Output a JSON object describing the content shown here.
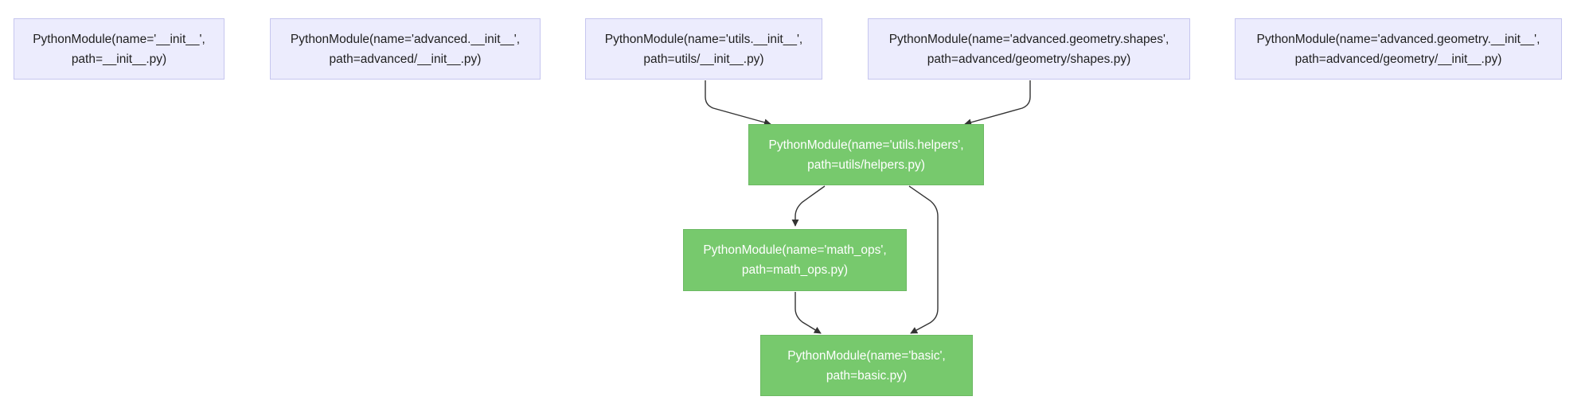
{
  "diagram": {
    "nodes": [
      {
        "id": "n_init",
        "style": "lav",
        "label": "PythonModule(name='__init__',\npath=__init__.py)"
      },
      {
        "id": "n_adv_init",
        "style": "lav",
        "label": "PythonModule(name='advanced.__init__',\npath=advanced/__init__.py)"
      },
      {
        "id": "n_utils_init",
        "style": "lav",
        "label": "PythonModule(name='utils.__init__',\npath=utils/__init__.py)"
      },
      {
        "id": "n_shapes",
        "style": "lav",
        "label": "PythonModule(name='advanced.geometry.shapes',\npath=advanced/geometry/shapes.py)"
      },
      {
        "id": "n_geom_init",
        "style": "lav",
        "label": "PythonModule(name='advanced.geometry.__init__',\npath=advanced/geometry/__init__.py)"
      },
      {
        "id": "n_helpers",
        "style": "green",
        "label": "PythonModule(name='utils.helpers',\npath=utils/helpers.py)"
      },
      {
        "id": "n_math_ops",
        "style": "green",
        "label": "PythonModule(name='math_ops',\npath=math_ops.py)"
      },
      {
        "id": "n_basic",
        "style": "green",
        "label": "PythonModule(name='basic',\npath=basic.py)"
      }
    ],
    "edges": [
      {
        "from": "n_utils_init",
        "to": "n_helpers"
      },
      {
        "from": "n_shapes",
        "to": "n_helpers"
      },
      {
        "from": "n_helpers",
        "to": "n_math_ops"
      },
      {
        "from": "n_helpers",
        "to": "n_basic"
      },
      {
        "from": "n_math_ops",
        "to": "n_basic"
      }
    ],
    "colors": {
      "module_fill": "#ececfd",
      "module_border": "#c6c6ef",
      "highlight_fill": "#77c96d",
      "highlight_border": "#6cb963",
      "edge": "#333333"
    }
  }
}
